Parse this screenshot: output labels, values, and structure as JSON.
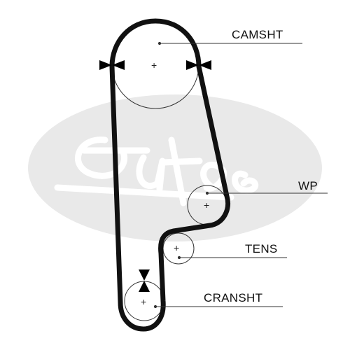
{
  "watermark": {
    "text": "Gates",
    "color": "#e6e6e6"
  },
  "belt": {
    "color": "#111111"
  },
  "pulleys": {
    "camshaft": {
      "label": "CAMSHT",
      "icon": "plus-icon"
    },
    "water_pump": {
      "label": "WP",
      "icon": "plus-icon"
    },
    "tensioner": {
      "label": "TENS",
      "icon": "plus-icon"
    },
    "crankshaft": {
      "label": "CRANSHT",
      "icon": "plus-icon"
    }
  },
  "timing_marks": {
    "icon": "bowtie-arrow-icon",
    "color": "#000000"
  },
  "plus_symbol": "+"
}
